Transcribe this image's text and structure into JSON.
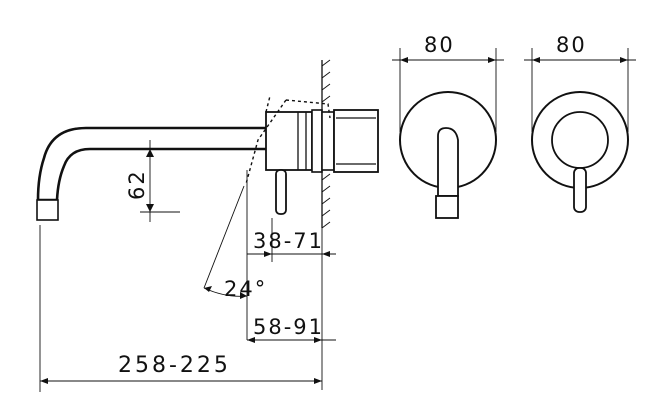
{
  "dimensions": {
    "front_width_left": "80",
    "front_width_right": "80",
    "spout_drop": "62",
    "mixer_depth": "38-71",
    "angle": "24°",
    "plate_depth": "58-91",
    "spout_length": "258-225"
  }
}
